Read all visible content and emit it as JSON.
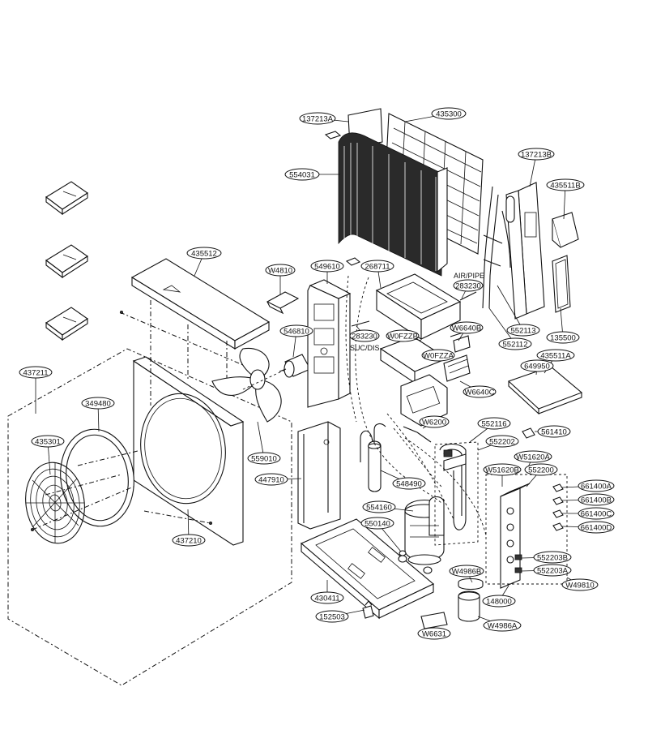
{
  "labels": [
    {
      "id": "137213A",
      "text": "137213A"
    },
    {
      "id": "435300",
      "text": "435300"
    },
    {
      "id": "554031",
      "text": "554031"
    },
    {
      "id": "137213B",
      "text": "137213B"
    },
    {
      "id": "435511B",
      "text": "435511B"
    },
    {
      "id": "435512",
      "text": "435512"
    },
    {
      "id": "W4810",
      "text": "W4810"
    },
    {
      "id": "549610",
      "text": "549610"
    },
    {
      "id": "268711",
      "text": "268711"
    },
    {
      "id": "283230A",
      "text": "283230"
    },
    {
      "id": "552113",
      "text": "552113"
    },
    {
      "id": "135500",
      "text": "135500"
    },
    {
      "id": "546810",
      "text": "546810"
    },
    {
      "id": "283230B",
      "text": "283230"
    },
    {
      "id": "W0FZZB",
      "text": "W0FZZB"
    },
    {
      "id": "W6640B",
      "text": "W6640B"
    },
    {
      "id": "552112",
      "text": "552112"
    },
    {
      "id": "435511A",
      "text": "435511A"
    },
    {
      "id": "W0FZZA",
      "text": "W0FZZA"
    },
    {
      "id": "649950",
      "text": "649950"
    },
    {
      "id": "437211",
      "text": "437211"
    },
    {
      "id": "349480",
      "text": "349480"
    },
    {
      "id": "W6640C",
      "text": "W6640C"
    },
    {
      "id": "W6200",
      "text": "W6200"
    },
    {
      "id": "552116",
      "text": "552116"
    },
    {
      "id": "561410",
      "text": "561410"
    },
    {
      "id": "435301",
      "text": "435301"
    },
    {
      "id": "559010",
      "text": "559010"
    },
    {
      "id": "552202",
      "text": "552202"
    },
    {
      "id": "447910",
      "text": "447910"
    },
    {
      "id": "W51620A",
      "text": "W51620A"
    },
    {
      "id": "W51620B",
      "text": "W51620B"
    },
    {
      "id": "552200",
      "text": "552200"
    },
    {
      "id": "548490",
      "text": "548490"
    },
    {
      "id": "661400A",
      "text": "661400A"
    },
    {
      "id": "661400B",
      "text": "661400B"
    },
    {
      "id": "554160",
      "text": "554160"
    },
    {
      "id": "661400C",
      "text": "661400C"
    },
    {
      "id": "550140",
      "text": "550140"
    },
    {
      "id": "437210",
      "text": "437210"
    },
    {
      "id": "661400D",
      "text": "661400D"
    },
    {
      "id": "552203B",
      "text": "552203B"
    },
    {
      "id": "W4986B",
      "text": "W4986B"
    },
    {
      "id": "552203A",
      "text": "552203A"
    },
    {
      "id": "W49810",
      "text": "W49810"
    },
    {
      "id": "430411",
      "text": "430411"
    },
    {
      "id": "148000",
      "text": "148000"
    },
    {
      "id": "152503",
      "text": "152503"
    },
    {
      "id": "W4986A",
      "text": "W4986A"
    },
    {
      "id": "W6631",
      "text": "W6631"
    }
  ],
  "notes": {
    "air_pipe": "AIR/PIPE",
    "suc_dis": "SUC/DIS"
  }
}
